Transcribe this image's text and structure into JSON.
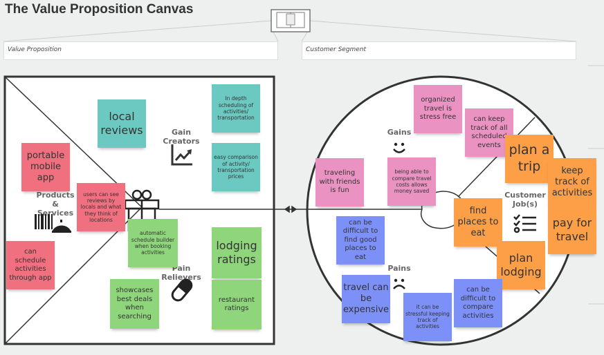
{
  "title": "The Value Proposition Canvas",
  "headers": {
    "value_proposition": "Value Proposition",
    "customer_segment": "Customer Segment"
  },
  "labels": {
    "gain_creators": "Gain Creators",
    "products_services": "Products & Services",
    "pain_relievers": "Pain Relievers",
    "gains": "Gains",
    "pains": "Pains",
    "customer_jobs": "Customer Job(s)"
  },
  "colors": {
    "gain_creators": "#6cc9c1",
    "products_services": "#f0707f",
    "pain_relievers": "#8fd57c",
    "gains": "#ea93c2",
    "customer_jobs": "#fd9f47",
    "pains": "#7c90f8"
  },
  "gain_creators": [
    "local reviews",
    "In depth scheduling of activities/ transportation",
    "easy comparison of activity/ transportation prices"
  ],
  "products_services": [
    "portable mobile app",
    "users can see reviews by locals and what they think of locations",
    "can schedule activities through app"
  ],
  "pain_relievers": [
    "automatic schedule builder when booking activities",
    "lodging ratings",
    "restaurant ratings",
    "showcases best deals when searching"
  ],
  "gains": [
    "organized travel is stress free",
    "can keep track of all scheduled events",
    "traveling with friends is fun",
    "being able to compare travel costs allows money saved"
  ],
  "customer_jobs": [
    "plan a trip",
    "keep track of activities",
    "find places to eat",
    "pay for travel",
    "plan lodging"
  ],
  "pains": [
    "can be difficult to find good places to eat",
    "travel can be expensive",
    "it can be stressful keeping track of activities",
    "can be difficult to compare activities"
  ]
}
